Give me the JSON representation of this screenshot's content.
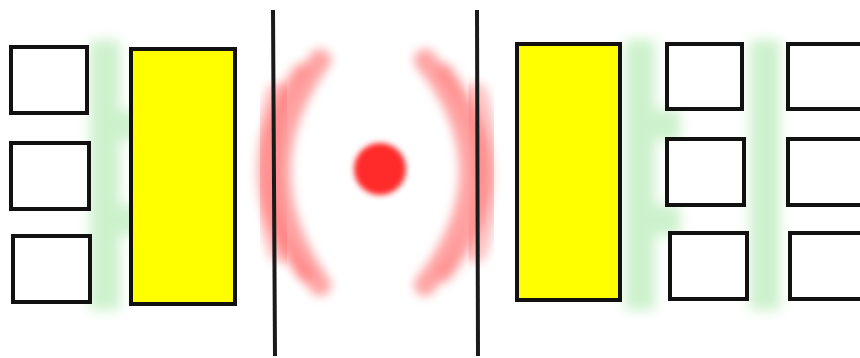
{
  "colors": {
    "background": "#ffffff",
    "outline": "#111111",
    "wall_line": "#1a1a1a",
    "plate_fill": "#ffff00",
    "source_red": "#ff2a2a",
    "wave_red": "#ff5a5a",
    "glow_green": "#8fe08f"
  },
  "diagram": {
    "left_group": {
      "square_count": 3,
      "plate_color": "yellow"
    },
    "center": {
      "source_shape": "dot",
      "wavefront_count": 2
    },
    "right_group": {
      "square_columns": 2,
      "square_rows": 3,
      "plate_color": "yellow"
    }
  }
}
